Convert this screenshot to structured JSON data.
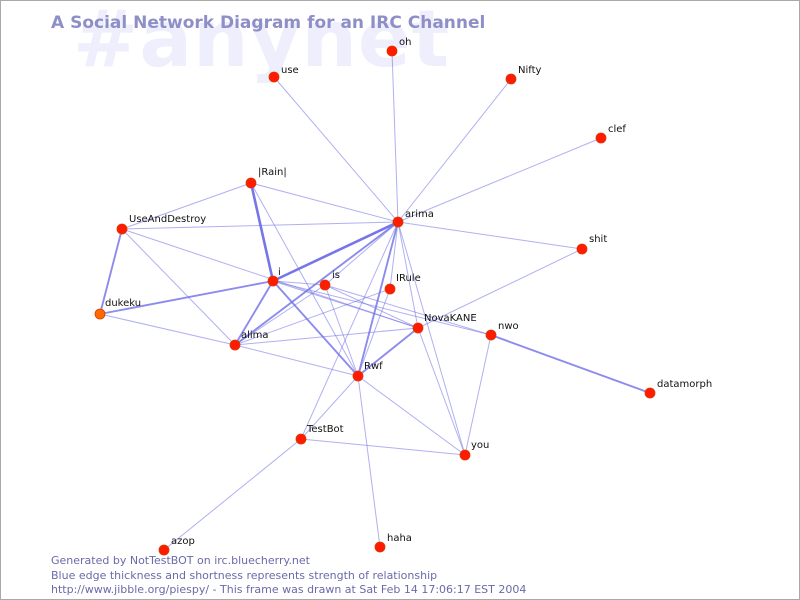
{
  "watermark": "#anynet",
  "title": "A Social Network Diagram for an IRC Channel",
  "footer": [
    "Generated by NotTestBOT on irc.bluecherry.net",
    "Blue edge thickness and shortness represents strength of relationship",
    "http://www.jibble.org/piespy/ - This frame was drawn at Sat Feb 14 17:06:17 EST 2004"
  ],
  "colors": {
    "node": "#ff1a00",
    "node_alt": "#ff6a00",
    "edge": "#6f6fe8",
    "title": "#8f8fc8",
    "watermark": "#eeeefc"
  },
  "nodes": [
    {
      "id": "oh",
      "label": "oh"
    },
    {
      "id": "use",
      "label": "use"
    },
    {
      "id": "nifty",
      "label": "Nifty"
    },
    {
      "id": "clef",
      "label": "clef"
    },
    {
      "id": "rain",
      "label": "|Rain|"
    },
    {
      "id": "arima",
      "label": "arima"
    },
    {
      "id": "useanddestroy",
      "label": "UseAndDestroy"
    },
    {
      "id": "shit",
      "label": "shit"
    },
    {
      "id": "i",
      "label": "i"
    },
    {
      "id": "is",
      "label": "is"
    },
    {
      "id": "irule",
      "label": "IRule"
    },
    {
      "id": "dukeku",
      "label": "dukeku",
      "color": "#ff6a00"
    },
    {
      "id": "novakane",
      "label": "NovaKANE"
    },
    {
      "id": "nwo",
      "label": "nwo"
    },
    {
      "id": "alima",
      "label": "alima"
    },
    {
      "id": "rwf",
      "label": "Rwf"
    },
    {
      "id": "datamorph",
      "label": "datamorph"
    },
    {
      "id": "testbot",
      "label": "TestBot"
    },
    {
      "id": "you",
      "label": "you"
    },
    {
      "id": "azop",
      "label": "azop"
    },
    {
      "id": "haha",
      "label": "haha"
    }
  ],
  "edges": [
    [
      "arima",
      "oh",
      1
    ],
    [
      "arima",
      "use",
      1
    ],
    [
      "arima",
      "nifty",
      1
    ],
    [
      "arima",
      "clef",
      1
    ],
    [
      "arima",
      "shit",
      1
    ],
    [
      "arima",
      "i",
      3
    ],
    [
      "arima",
      "alima",
      2
    ],
    [
      "arima",
      "rwf",
      2
    ],
    [
      "arima",
      "rain",
      1
    ],
    [
      "arima",
      "novakane",
      1
    ],
    [
      "arima",
      "you",
      1
    ],
    [
      "arima",
      "testbot",
      1
    ],
    [
      "arima",
      "irule",
      1
    ],
    [
      "arima",
      "is",
      1
    ],
    [
      "arima",
      "useanddestroy",
      1
    ],
    [
      "rain",
      "i",
      3
    ],
    [
      "rain",
      "useanddestroy",
      1
    ],
    [
      "rain",
      "rwf",
      1
    ],
    [
      "useanddestroy",
      "dukeku",
      2
    ],
    [
      "useanddestroy",
      "alima",
      1
    ],
    [
      "useanddestroy",
      "novakane",
      1
    ],
    [
      "i",
      "dukeku",
      2
    ],
    [
      "i",
      "alima",
      2
    ],
    [
      "i",
      "rwf",
      2
    ],
    [
      "i",
      "novakane",
      1
    ],
    [
      "i",
      "nwo",
      1
    ],
    [
      "i",
      "is",
      1
    ],
    [
      "dukeku",
      "alima",
      1
    ],
    [
      "is",
      "alima",
      1
    ],
    [
      "is",
      "rwf",
      1
    ],
    [
      "is",
      "novakane",
      1
    ],
    [
      "is",
      "nwo",
      1
    ],
    [
      "irule",
      "alima",
      1
    ],
    [
      "irule",
      "rwf",
      1
    ],
    [
      "alima",
      "novakane",
      1
    ],
    [
      "alima",
      "rwf",
      1
    ],
    [
      "rwf",
      "novakane",
      2
    ],
    [
      "rwf",
      "you",
      1
    ],
    [
      "rwf",
      "testbot",
      1
    ],
    [
      "rwf",
      "haha",
      1
    ],
    [
      "novakane",
      "shit",
      1
    ],
    [
      "novakane",
      "you",
      1
    ],
    [
      "nwo",
      "datamorph",
      2
    ],
    [
      "nwo",
      "you",
      1
    ],
    [
      "testbot",
      "you",
      1
    ],
    [
      "testbot",
      "azop",
      1
    ]
  ]
}
